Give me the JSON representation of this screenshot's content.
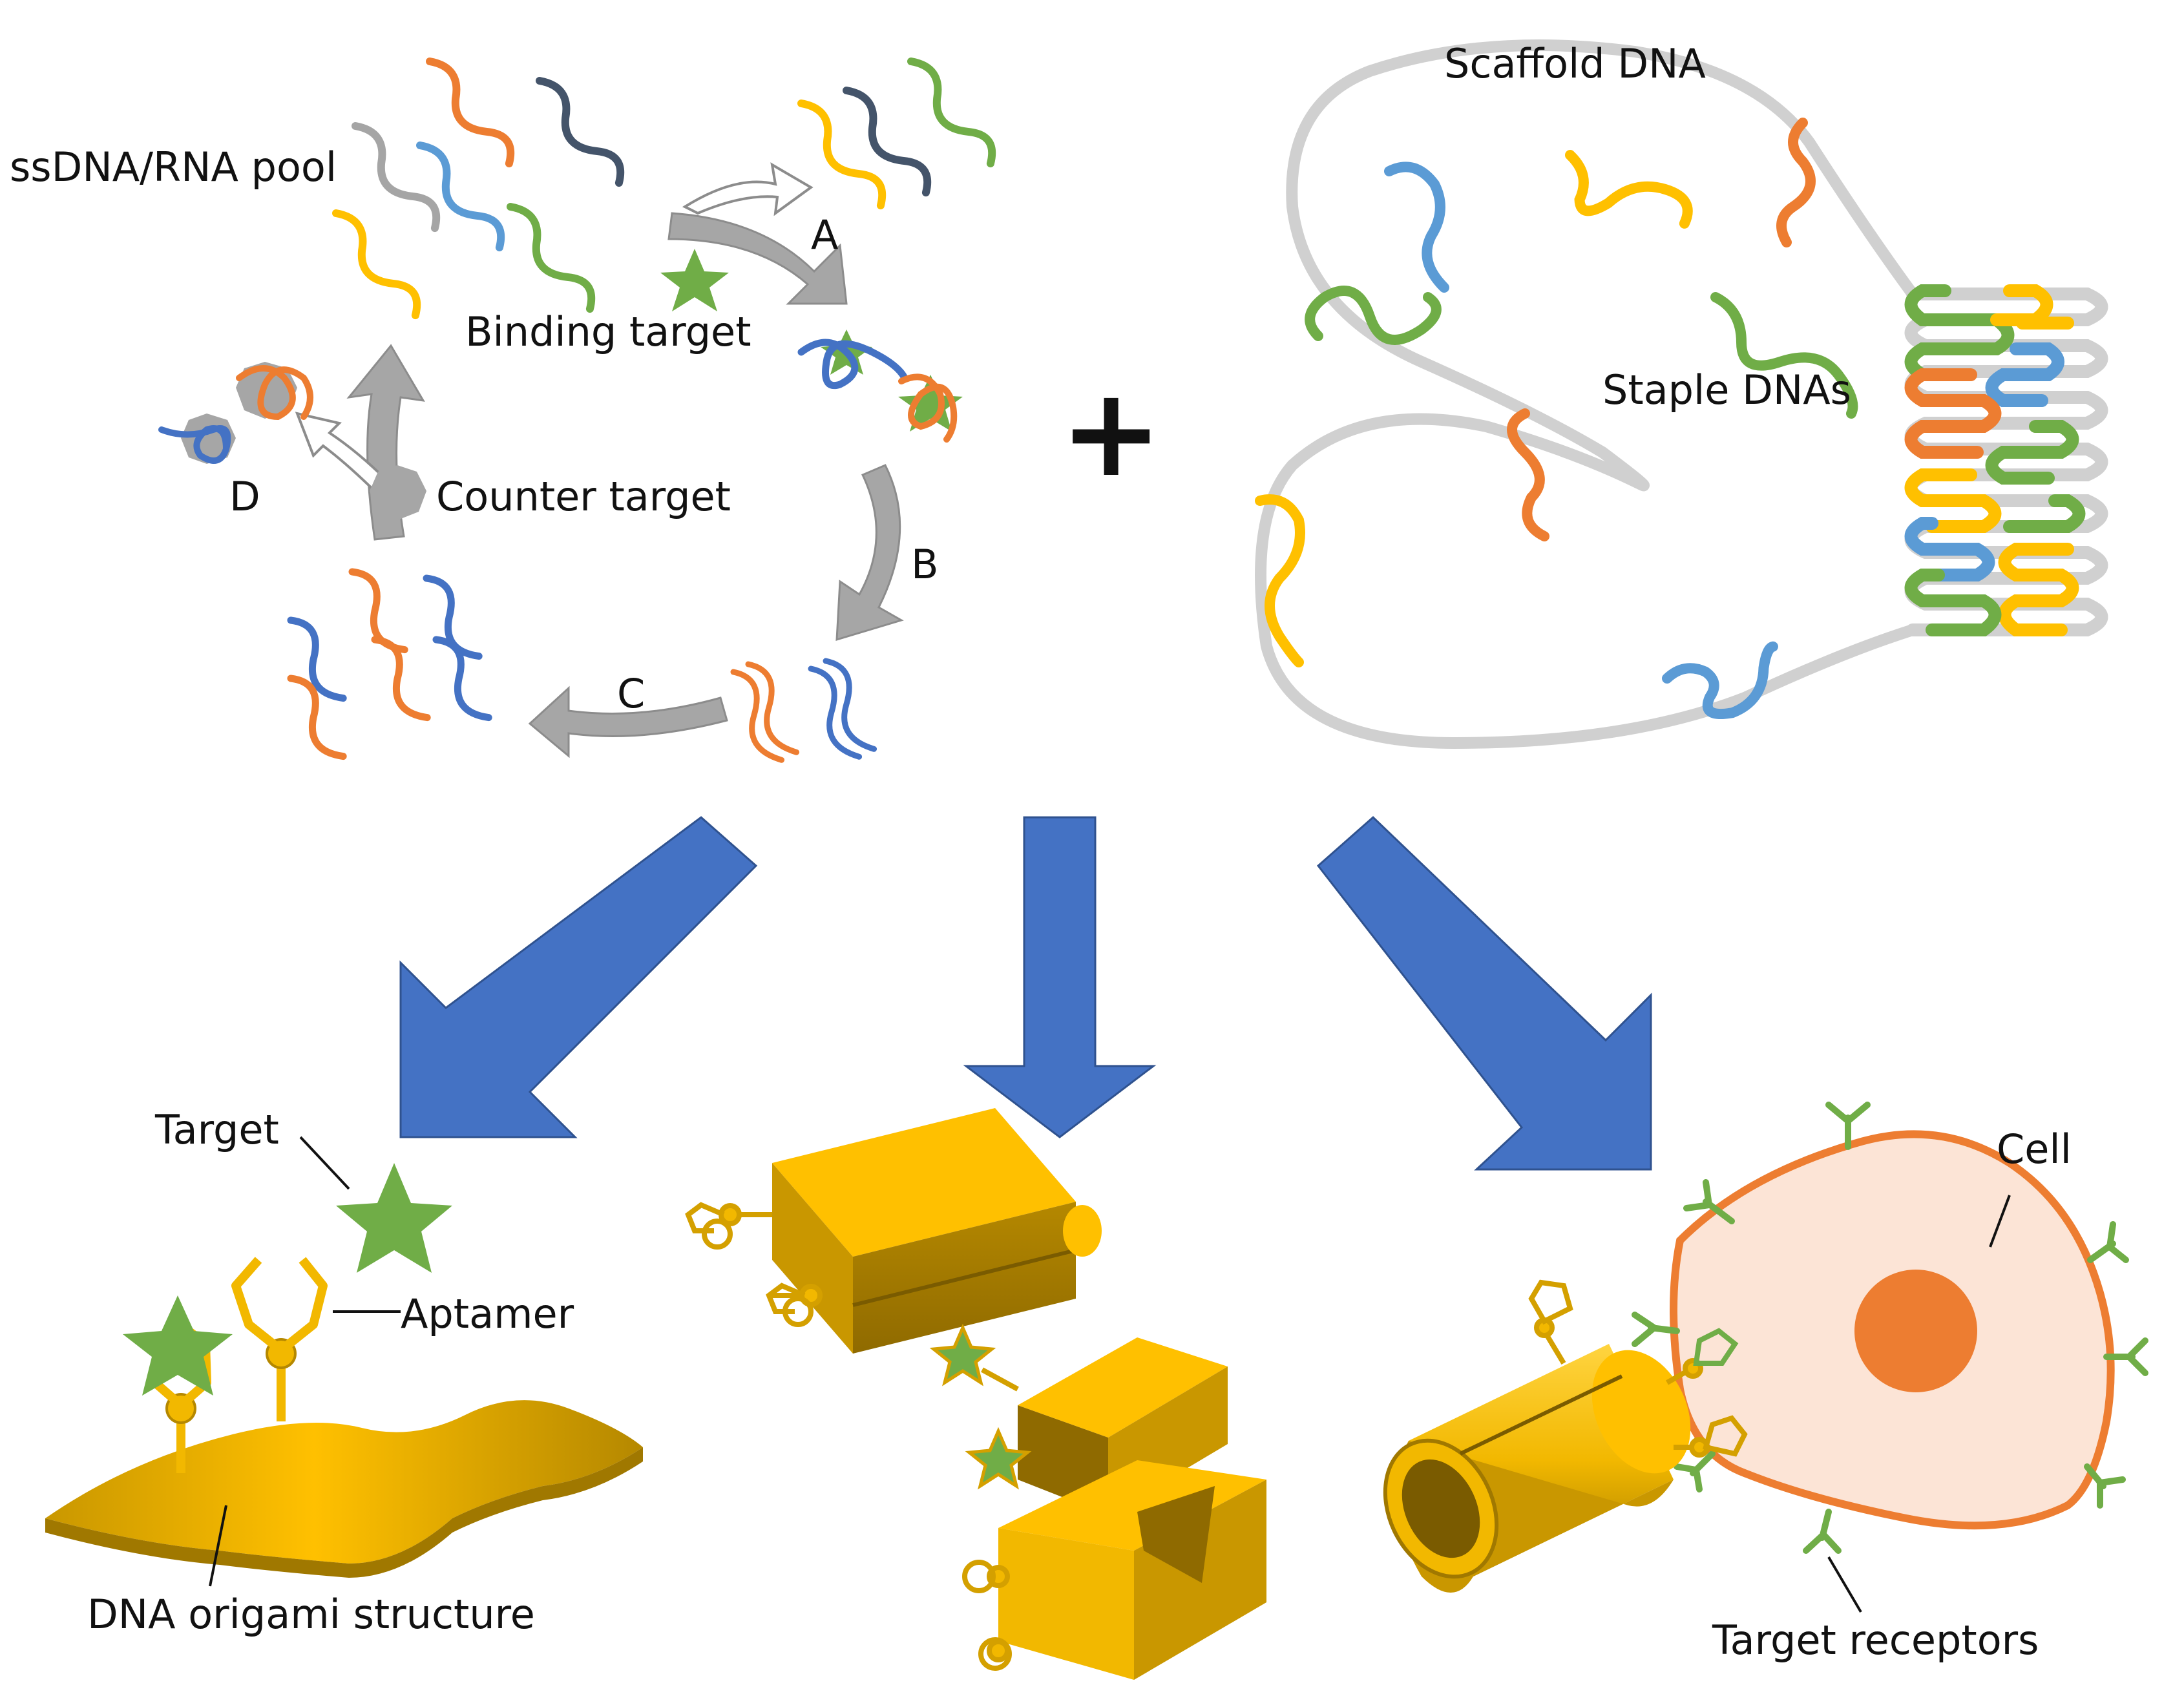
{
  "colors": {
    "orange": "#ED7D31",
    "yellow": "#FFC000",
    "green": "#70AD47",
    "blue": "#4472C4",
    "light_blue": "#5B9BD5",
    "navy": "#44546A",
    "grey": "#A5A5A5",
    "scaffold": "#D0D0D0",
    "arrow_grey": "#A6A6A6",
    "big_arrow": "#4472C4",
    "gold": "#F2B800",
    "cell_fill": "#FCE4D6",
    "nucleus": "#ED7D31"
  },
  "selex": {
    "pool_label": "ssDNA/RNA pool",
    "binding_target_label": "Binding target",
    "counter_target_label": "Counter target",
    "step_a": "A",
    "step_b": "B",
    "step_c": "C",
    "step_d": "D"
  },
  "plus_sign": "+",
  "origami": {
    "scaffold_label": "Scaffold DNA",
    "staple_label": "Staple DNAs"
  },
  "applications": {
    "target_label": "Target",
    "aptamer_label": "Aptamer",
    "structure_label": "DNA origami structure",
    "cell_label": "Cell",
    "receptors_label": "Target receptors"
  }
}
